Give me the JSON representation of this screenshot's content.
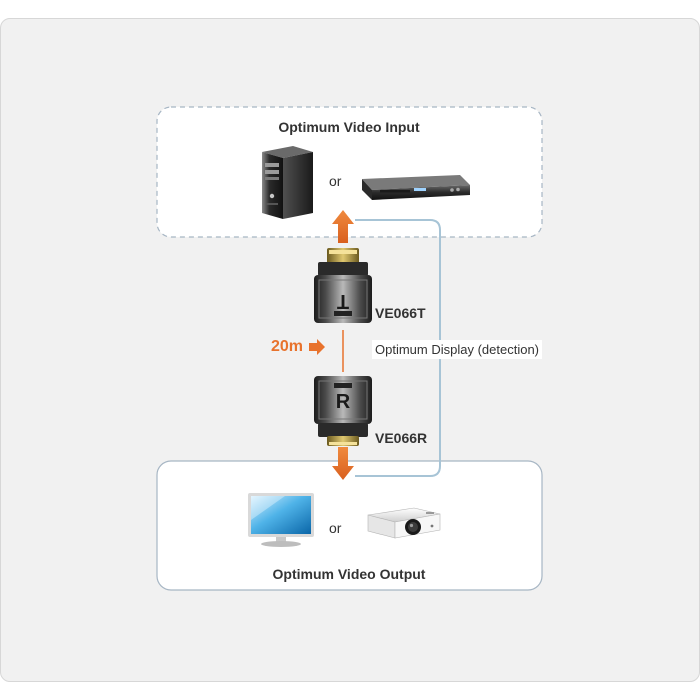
{
  "diagram": {
    "input_box": {
      "title": "Optimum Video Input",
      "or_text": "or",
      "devices": [
        "pc-tower",
        "dvd-player"
      ]
    },
    "output_box": {
      "title": "Optimum Video Output",
      "or_text": "or",
      "devices": [
        "lcd-monitor",
        "projector"
      ]
    },
    "transmitter": {
      "label": "VE066T",
      "face_text": "T"
    },
    "receiver": {
      "label": "VE066R",
      "face_text": "R"
    },
    "distance": {
      "label": "20m"
    },
    "feedback": {
      "label": "Optimum Display (detection)"
    },
    "colors": {
      "accent_orange": "#e8722c",
      "box_border": "#a7b6c4",
      "feedback_line": "#a7c4d6",
      "text": "#333333"
    }
  }
}
